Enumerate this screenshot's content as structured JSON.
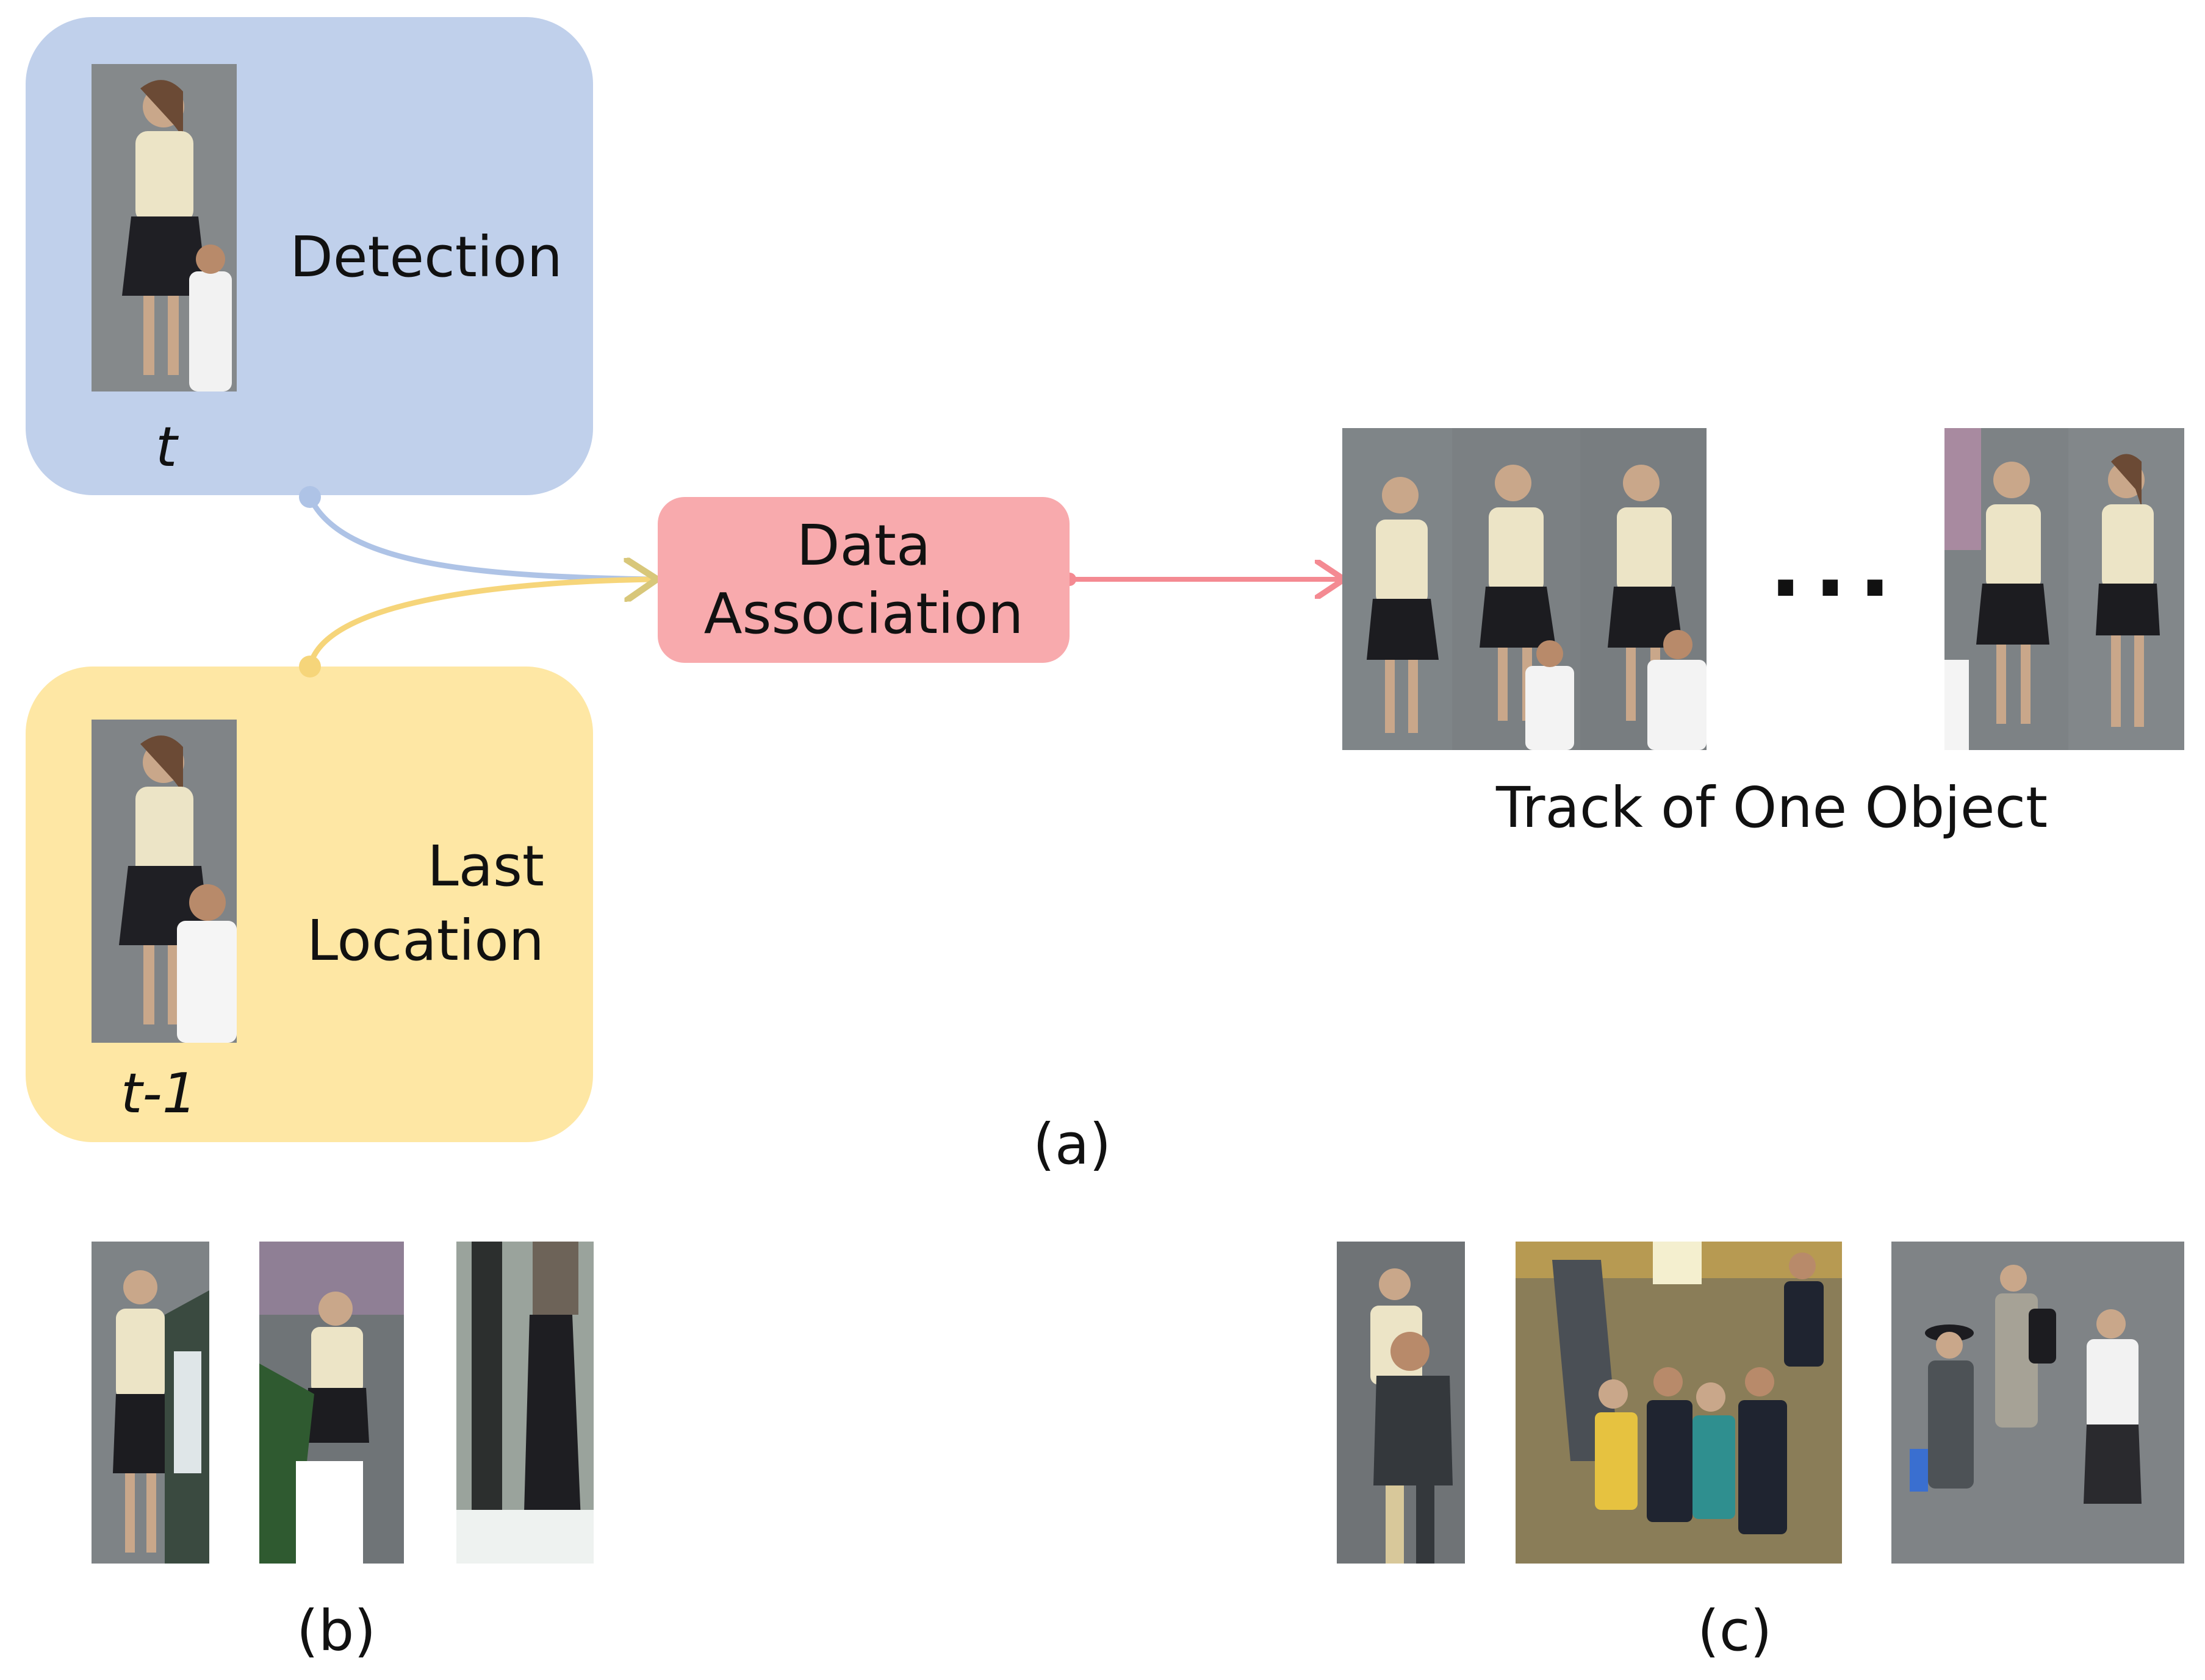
{
  "panel_a": {
    "detection_label": "Detection",
    "detection_time": "t",
    "last_location_line1": "Last",
    "last_location_line2": "Location",
    "last_location_time": "t-1",
    "association_line1": "Data",
    "association_line2": "Association",
    "ellipsis": "...",
    "track_caption": "Track of One Object",
    "caption": "(a)"
  },
  "panel_b": {
    "caption": "(b)"
  },
  "panel_c": {
    "caption": "(c)"
  },
  "colors": {
    "detection_box": "#c0d0eb",
    "last_location_box": "#fee7a4",
    "association_box": "#f8aaad",
    "detection_connector": "#aec3e6",
    "last_location_connector": "#f6d57a",
    "association_arrow": "#f48a92"
  }
}
